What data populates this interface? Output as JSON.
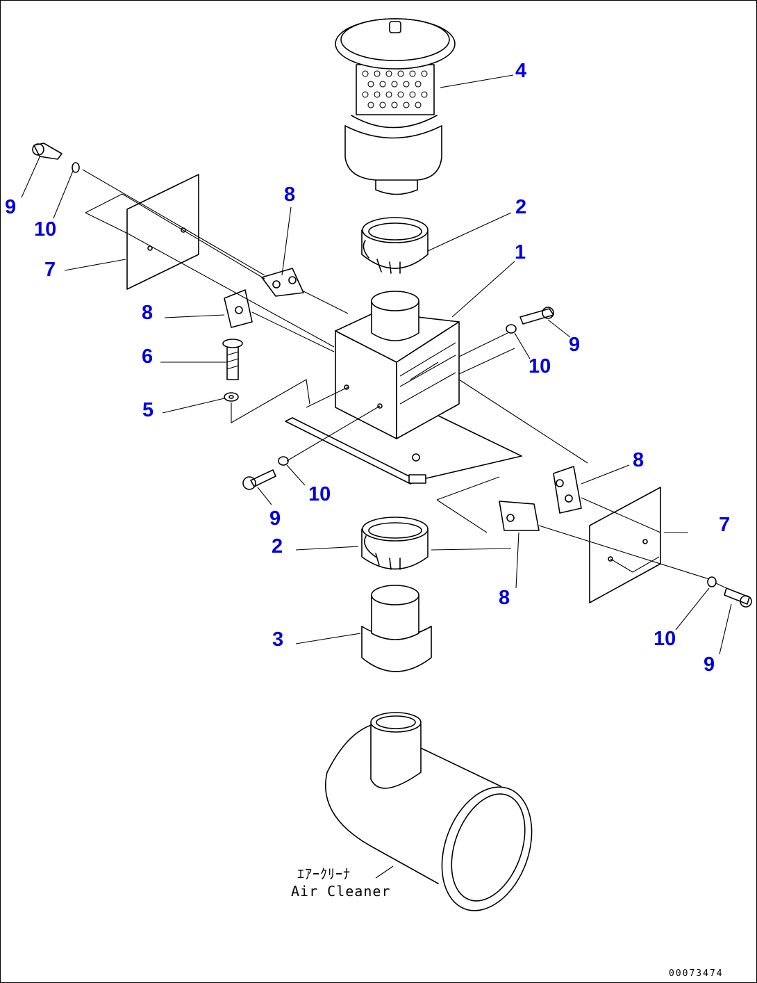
{
  "callouts": {
    "c1": "1",
    "c2a": "2",
    "c2b": "2",
    "c3": "3",
    "c4": "4",
    "c5": "5",
    "c6": "6",
    "c7a": "7",
    "c7b": "7",
    "c8a": "8",
    "c8b": "8",
    "c8c": "8",
    "c8d": "8",
    "c9a": "9",
    "c9b": "9",
    "c9c": "9",
    "c9d": "9",
    "c10a": "10",
    "c10b": "10",
    "c10c": "10",
    "c10d": "10"
  },
  "caption": {
    "jp": "ｴｱｰｸﾘｰﾅ",
    "en": "Air Cleaner"
  },
  "drawing_number": "00073474",
  "colors": {
    "callout": "#0000e0",
    "line": "#000000"
  }
}
